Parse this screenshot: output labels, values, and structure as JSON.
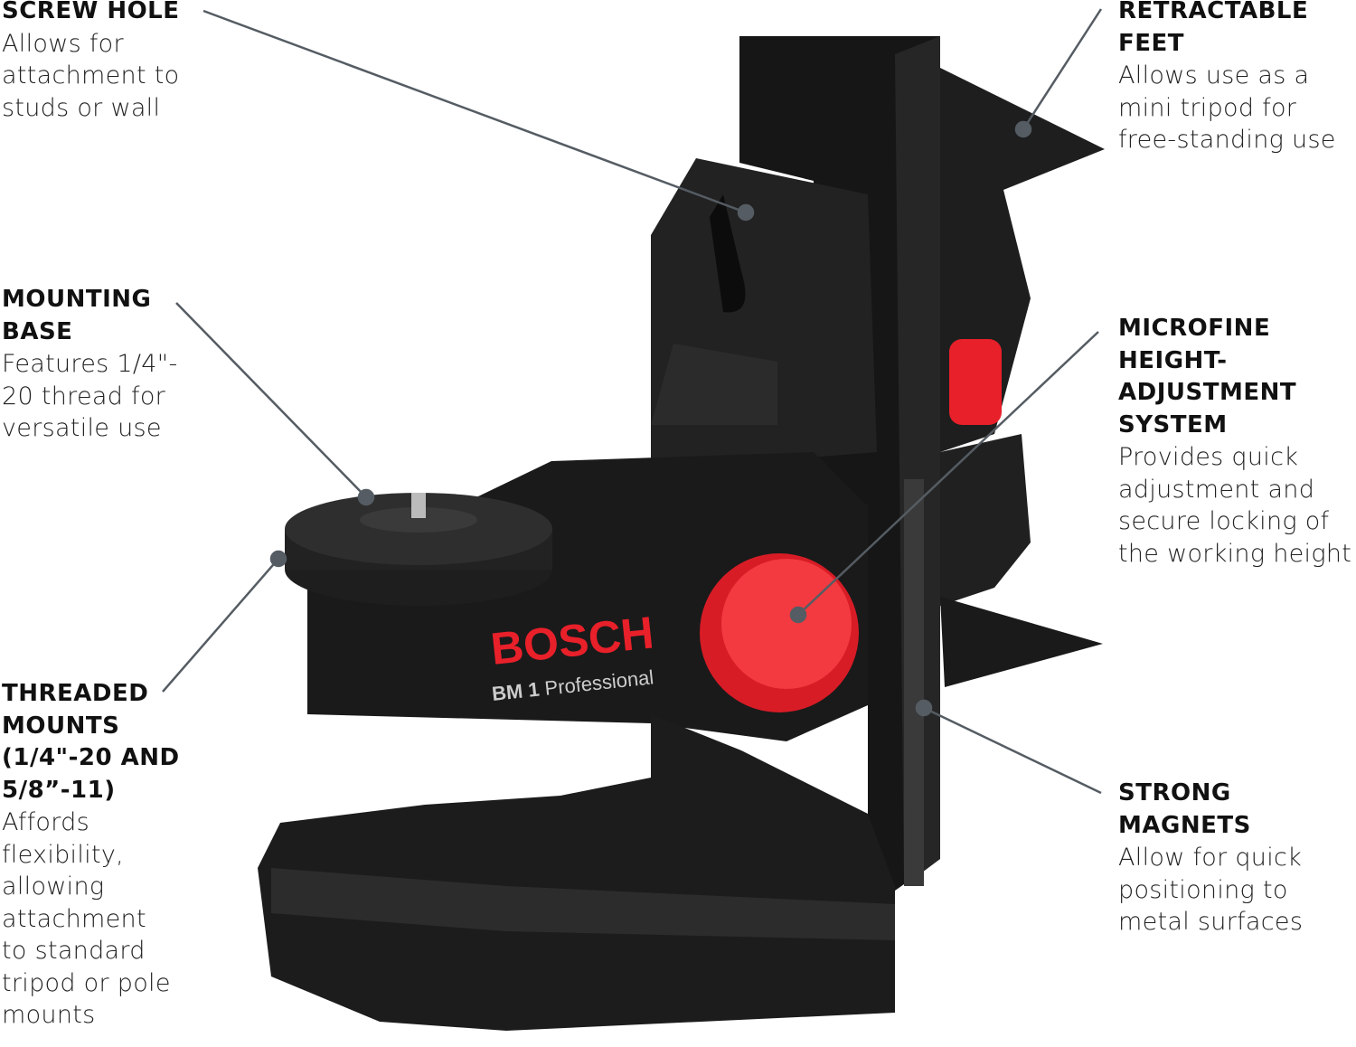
{
  "product": {
    "brand": "BOSCH",
    "model": "BM 1",
    "model_suffix": "Professional",
    "colors": {
      "body": "#1b1b1b",
      "accent": "#e8202a",
      "leader": "#555c63"
    }
  },
  "callouts": [
    {
      "title": "SCREW HOLE",
      "desc": "Allows for\nattachment to\nstuds or wall"
    },
    {
      "title": "MOUNTING\nBASE",
      "desc": "Features 1/4\"-\n20 thread for\nversatile use"
    },
    {
      "title": "THREADED\nMOUNTS\n(1/4\"-20 AND\n5/8”-11)",
      "desc": "Affords\nflexibility,\nallowing\nattachment\nto standard\ntripod or pole\nmounts"
    },
    {
      "title": "RETRACTABLE\nFEET",
      "desc": "Allows use as a\nmini tripod for\nfree-standing use"
    },
    {
      "title": "MICROFINE\nHEIGHT-\nADJUSTMENT\nSYSTEM",
      "desc": "Provides quick\nadjustment and\nsecure locking of\nthe working height"
    },
    {
      "title": "STRONG\nMAGNETS",
      "desc": "Allow for quick\npositioning to\nmetal surfaces"
    }
  ]
}
